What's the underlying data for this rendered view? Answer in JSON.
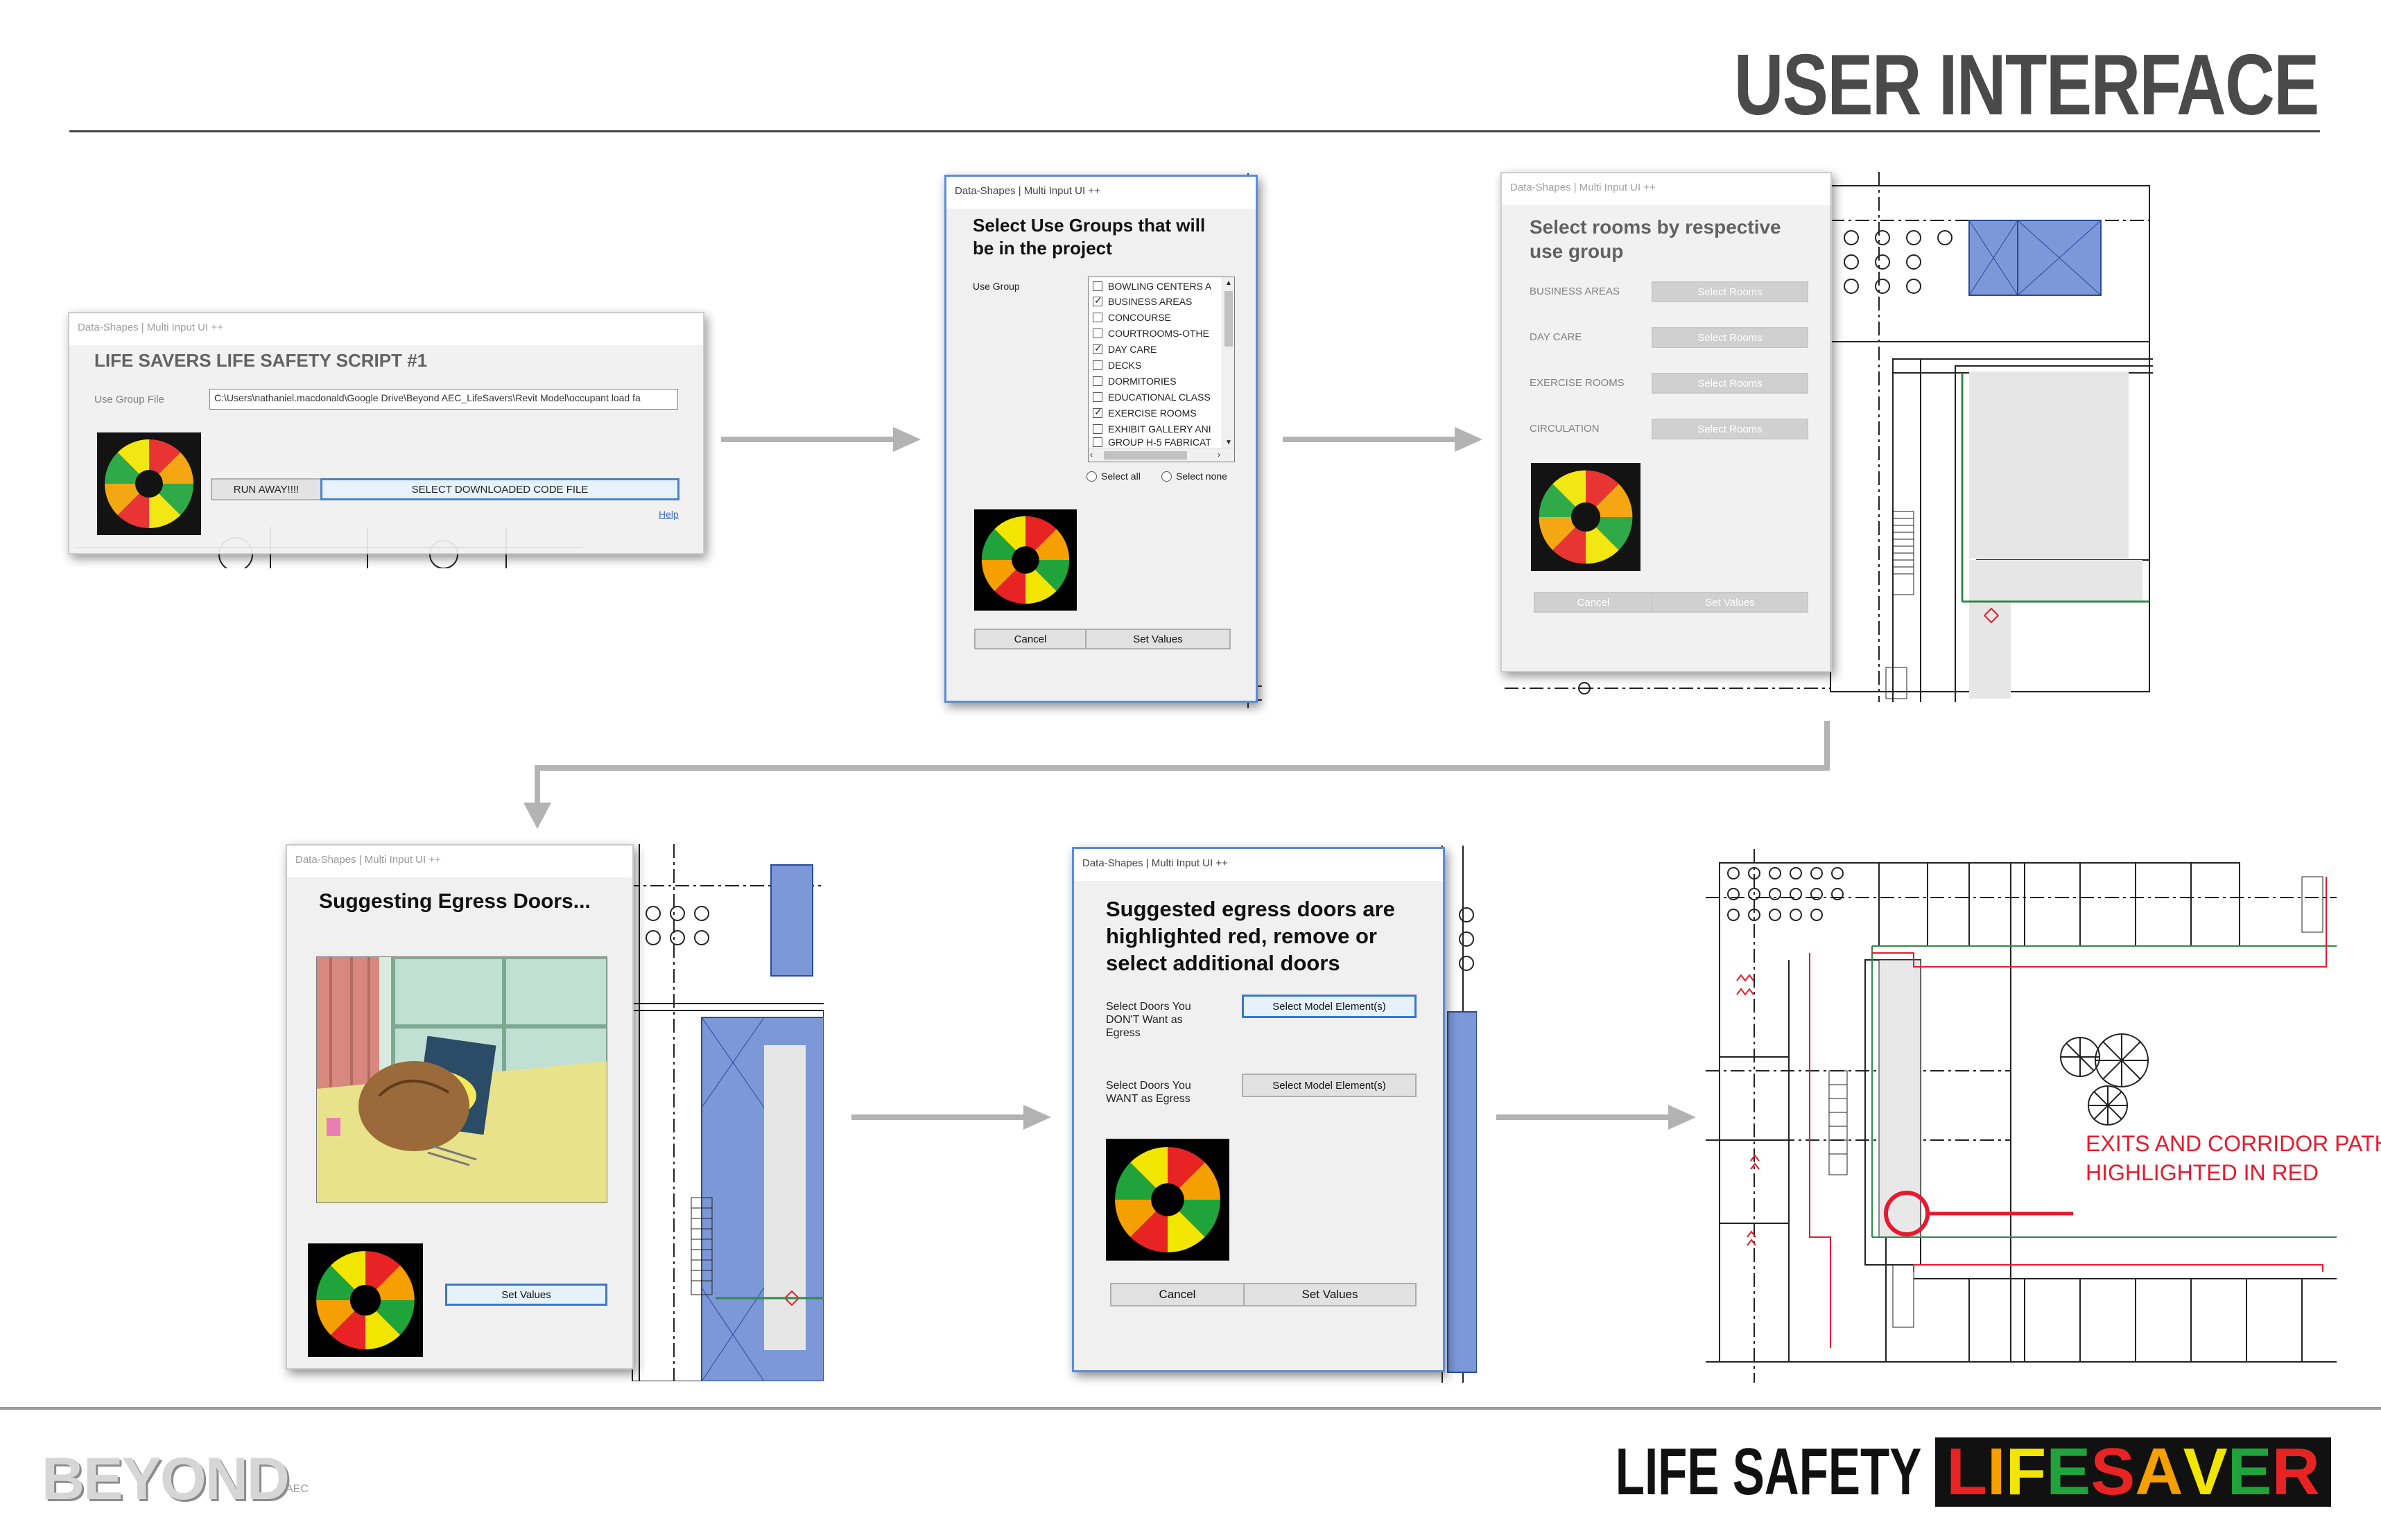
{
  "page": {
    "title": "USER INTERFACE",
    "brand_left": "BEYOND",
    "brand_left_sub": "AEC",
    "brand_right_dark": "LIFE SAFETY",
    "brand_right_color": [
      "L",
      "I",
      "F",
      "E",
      " ",
      "S",
      "A",
      "V",
      "E",
      "R"
    ]
  },
  "colors": {
    "accent_blue": "#5b8dd6",
    "callout_red": "#e8192c",
    "wheel": [
      "#e82323",
      "#f5a000",
      "#1fa33a",
      "#f2e600"
    ]
  },
  "dialog1": {
    "window_title": "Data-Shapes | Multi Input UI ++",
    "heading": "LIFE SAVERS LIFE SAFETY SCRIPT #1",
    "field_label": "Use Group File",
    "field_value": "C:\\Users\\nathaniel.macdonald\\Google Drive\\Beyond AEC_LifeSavers\\Revit Model\\occupant load fa",
    "run_button": "RUN AWAY!!!!",
    "select_button": "SELECT DOWNLOADED CODE FILE",
    "help_link": "Help"
  },
  "dialog2": {
    "window_title": "Data-Shapes | Multi Input UI ++",
    "heading_line1": "Select Use Groups that will",
    "heading_line2": "be in the project",
    "list_label": "Use Group",
    "items": [
      {
        "label": "BOWLING CENTERS A",
        "checked": false
      },
      {
        "label": "BUSINESS AREAS",
        "checked": true
      },
      {
        "label": "CONCOURSE",
        "checked": false
      },
      {
        "label": "COURTROOMS-OTHE",
        "checked": false
      },
      {
        "label": "DAY CARE",
        "checked": true
      },
      {
        "label": "DECKS",
        "checked": false
      },
      {
        "label": "DORMITORIES",
        "checked": false
      },
      {
        "label": "EDUCATIONAL CLASS",
        "checked": false
      },
      {
        "label": "EXERCISE ROOMS",
        "checked": true
      },
      {
        "label": "EXHIBIT GALLERY ANI",
        "checked": false
      },
      {
        "label": "GROUP H-5 FABRICAT",
        "checked": false
      }
    ],
    "select_all": "Select all",
    "select_none": "Select none",
    "cancel": "Cancel",
    "set_values": "Set Values"
  },
  "dialog3": {
    "window_title": "Data-Shapes | Multi Input UI ++",
    "heading_line1": "Select rooms by respective",
    "heading_line2": "use group",
    "rows": [
      {
        "label": "BUSINESS AREAS",
        "button": "Select Rooms"
      },
      {
        "label": "DAY CARE",
        "button": "Select Rooms"
      },
      {
        "label": "EXERCISE ROOMS",
        "button": "Select Rooms"
      },
      {
        "label": "CIRCULATION",
        "button": "Select Rooms"
      }
    ],
    "cancel": "Cancel",
    "set_values": "Set Values"
  },
  "dialog4": {
    "window_title": "Data-Shapes | Multi Input UI ++",
    "heading": "Suggesting Egress Doors...",
    "set_values": "Set Values"
  },
  "dialog5": {
    "window_title": "Data-Shapes | Multi Input UI ++",
    "heading_line1": "Suggested egress doors are",
    "heading_line2": "highlighted red, remove or",
    "heading_line3": "select additional doors",
    "row1_label_1": "Select Doors You",
    "row1_label_2": "DON'T Want as",
    "row1_label_3": "Egress",
    "row1_button": "Select Model Element(s)",
    "row2_label_1": "Select Doors You",
    "row2_label_2": "WANT as Egress",
    "row2_button": "Select Model Element(s)",
    "cancel": "Cancel",
    "set_values": "Set Values"
  },
  "result": {
    "callout_line1": "EXITS AND CORRIDOR PATHS",
    "callout_line2": "HIGHLIGHTED IN RED"
  }
}
